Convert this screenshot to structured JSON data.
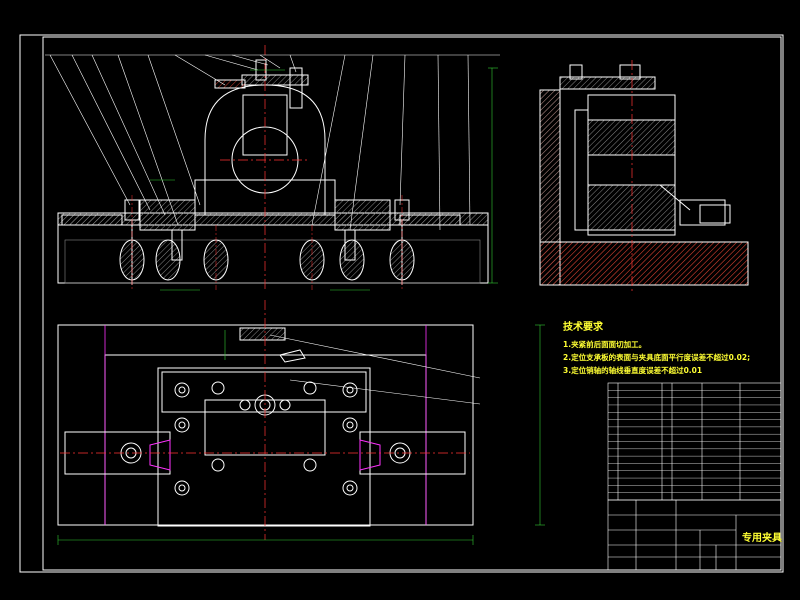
{
  "drawing": {
    "technical_requirements": {
      "title": "技术要求",
      "items": [
        "1.夹紧前后面面切加工。",
        "2.定位支承板的表面与夹具底面平行度误差不超过0.02;",
        "3.定位销轴的轴线垂直度误差不超过0.01"
      ]
    },
    "title_block": {
      "name": "专用夹具"
    },
    "colors": {
      "background": "#000000",
      "outline": "#ffffff",
      "dimension": "#33cc33",
      "centerline": "#ff3333",
      "hatch": "#888888",
      "magenta": "#ff33ff",
      "text": "#ffff33",
      "cyan": "#33ffff"
    }
  }
}
